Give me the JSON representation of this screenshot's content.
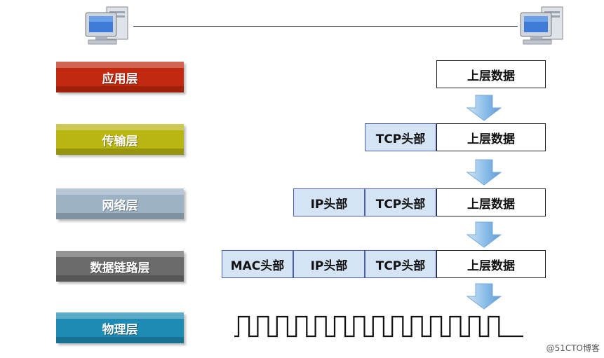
{
  "layers": [
    {
      "label": "应用层",
      "color": "#c2290f"
    },
    {
      "label": "传输层",
      "color": "#b9b612"
    },
    {
      "label": "网络层",
      "color": "#9cb2c5"
    },
    {
      "label": "数据链路层",
      "color": "#6b6b6b"
    },
    {
      "label": "物理层",
      "color": "#1e8bb4"
    }
  ],
  "blocks": {
    "upper_data": "上层数据",
    "tcp_header": "TCP头部",
    "ip_header": "IP头部",
    "mac_header": "MAC头部"
  },
  "colors": {
    "header_fill": "#d4e4f5",
    "header_border": "#4b5fb0",
    "arrow": "#8fc0ea"
  },
  "watermark": "@51CTO博客"
}
